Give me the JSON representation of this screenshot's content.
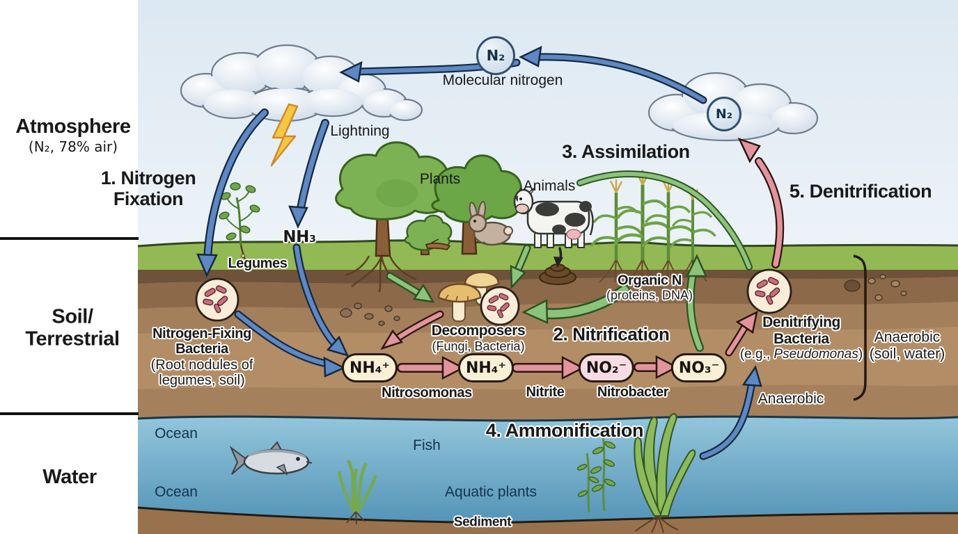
{
  "sidebar": {
    "atmosphere_title": "Atmosphere",
    "atmosphere_subtitle": "(N₂, 78% air)",
    "soil_line1": "Soil/",
    "soil_line2": "Terrestrial",
    "water_title": "Water"
  },
  "processes": {
    "fixation_line1": "1. Nitrogen",
    "fixation_line2": "Fixation",
    "nitrification": "2. Nitrification",
    "assimilation": "3. Assimilation",
    "ammonification": "4. Ammonification",
    "denitrification": "5. Denitrification"
  },
  "atmosphere": {
    "n2_symbol": "N₂",
    "n2_caption": "Molecular nitrogen",
    "n2_symbol_right": "N₂",
    "lightning_label": "Lightning"
  },
  "surface": {
    "plants_label": "Plants",
    "animals_label": "Animals",
    "legumes_label": "Legumes"
  },
  "soil": {
    "nh3": "NH₃",
    "fixing_bacteria_line1": "Nitrogen-Fixing",
    "fixing_bacteria_line2": "Bacteria",
    "fixing_bacteria_note1": "(Root nodules of",
    "fixing_bacteria_note2": "legumes, soil)",
    "decomposers_title": "Decomposers",
    "decomposers_note": "(Fungi, Bacteria)",
    "organic_n_title": "Organic N",
    "organic_n_note": "(proteins, DNA)",
    "pills": [
      {
        "label": "NH₄⁺"
      },
      {
        "label": "NH₄⁺"
      },
      {
        "label": "NO₂⁻"
      },
      {
        "label": "NO₃⁻"
      }
    ],
    "nitrosomonas": "Nitrosomonas",
    "nitrite": "Nitrite",
    "nitrobacter": "Nitrobacter",
    "denitrifying_line1": "Denitrifying",
    "denitrifying_line2": "Bacteria",
    "denitrifying_paren_prefix": "(e.g., ",
    "denitrifying_genus": "Pseudomonas",
    "denitrifying_paren_suffix": ")",
    "anaerobic_side_line1": "Anaerobic",
    "anaerobic_side_line2": "(soil, water)",
    "anaerobic_bottom": "Anaerobic"
  },
  "water": {
    "ocean_label_1": "Ocean",
    "ocean_label_2": "Ocean",
    "fish_label": "Fish",
    "aquatic_plants_label": "Aquatic plants",
    "sediment_label": "Sediment"
  },
  "colors": {
    "arrow_blue": "#5e88c4",
    "arrow_red": "#e2949d",
    "arrow_green": "#8cc37a",
    "sky": "#e3edf5",
    "grass": "#93b954",
    "soil": "#b38d66",
    "water_top": "#93c6db",
    "water_bottom": "#4e8fb4",
    "pill_cream": "#faf0d6",
    "pill_pink": "#f7dde3"
  }
}
